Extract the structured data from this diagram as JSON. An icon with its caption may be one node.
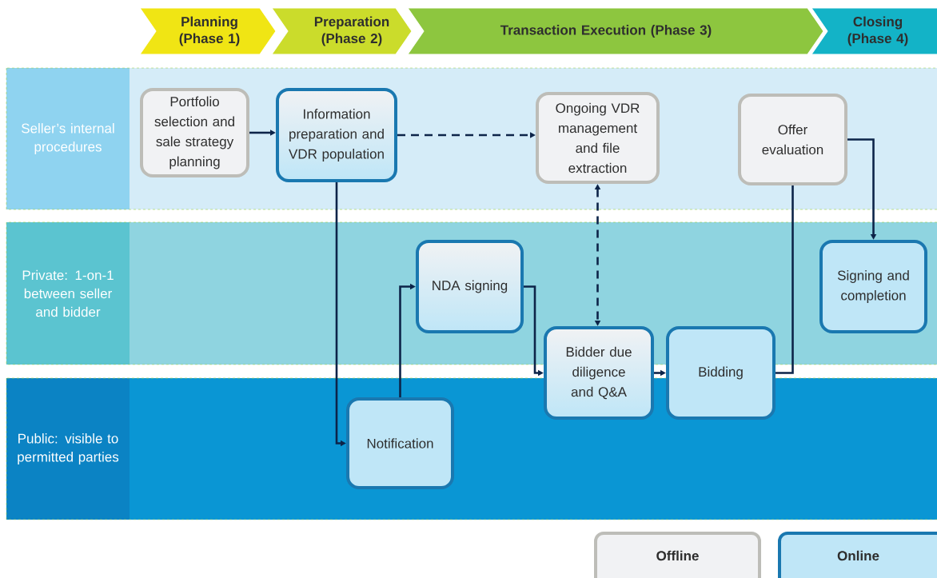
{
  "diagram": {
    "nodes": [
      {
        "text": [
          "Planning (Phase 1)"
        ]
      },
      {
        "text": [
          "Preparation (Phase 2)"
        ]
      },
      {
        "text": [
          "Transaction Execution (Phase 3)"
        ]
      },
      {
        "text": [
          "Closing (Phase 4)"
        ]
      },
      {
        "text": [
          "Seller’s internal procedures"
        ]
      },
      {
        "text": [
          "Private: 1-on-1 between seller and bidder"
        ]
      },
      {
        "text": [
          "Public: visible to permitted parties"
        ]
      },
      {
        "text": [
          "Portfolio selection and sale strategy planning"
        ],
        "in": 4
      },
      {
        "text": [
          "Information preparation and VDR population"
        ],
        "in": 4
      },
      {
        "text": [
          "Ongoing VDR management and file extraction"
        ],
        "in": 4
      },
      {
        "text": [
          "Offer evaluation"
        ],
        "in": 4
      },
      {
        "text": [
          "NDA signing"
        ],
        "in": 5
      },
      {
        "text": [
          "Signing and completion"
        ],
        "in": 5
      },
      {
        "text": [
          "Bidder due diligence and Q&A"
        ]
      },
      {
        "text": [
          "Bidding"
        ]
      },
      {
        "text": [
          "Notification"
        ],
        "in": 6
      }
    ],
    "edges": [
      {
        "from": 7,
        "to": 8,
        "arrow": "to"
      },
      {
        "from": 8,
        "to": 9,
        "arrow": "to",
        "style": "dashed"
      },
      {
        "from": 8,
        "to": 15,
        "arrow": "to"
      },
      {
        "from": 15,
        "to": 11,
        "arrow": "to"
      },
      {
        "from": 11,
        "to": 13,
        "arrow": "to"
      },
      {
        "from": 9,
        "to": 13,
        "arrow": "both",
        "style": "dashed"
      },
      {
        "from": 13,
        "to": 14,
        "arrow": "to"
      },
      {
        "from": 14,
        "to": 10,
        "arrow": "none"
      },
      {
        "from": 10,
        "to": 12,
        "arrow": "to"
      }
    ],
    "legend": [
      {
        "text": "Offline",
        "color": "#f1f2f4"
      },
      {
        "text": "Online",
        "color": "#bfe6f7"
      }
    ]
  }
}
